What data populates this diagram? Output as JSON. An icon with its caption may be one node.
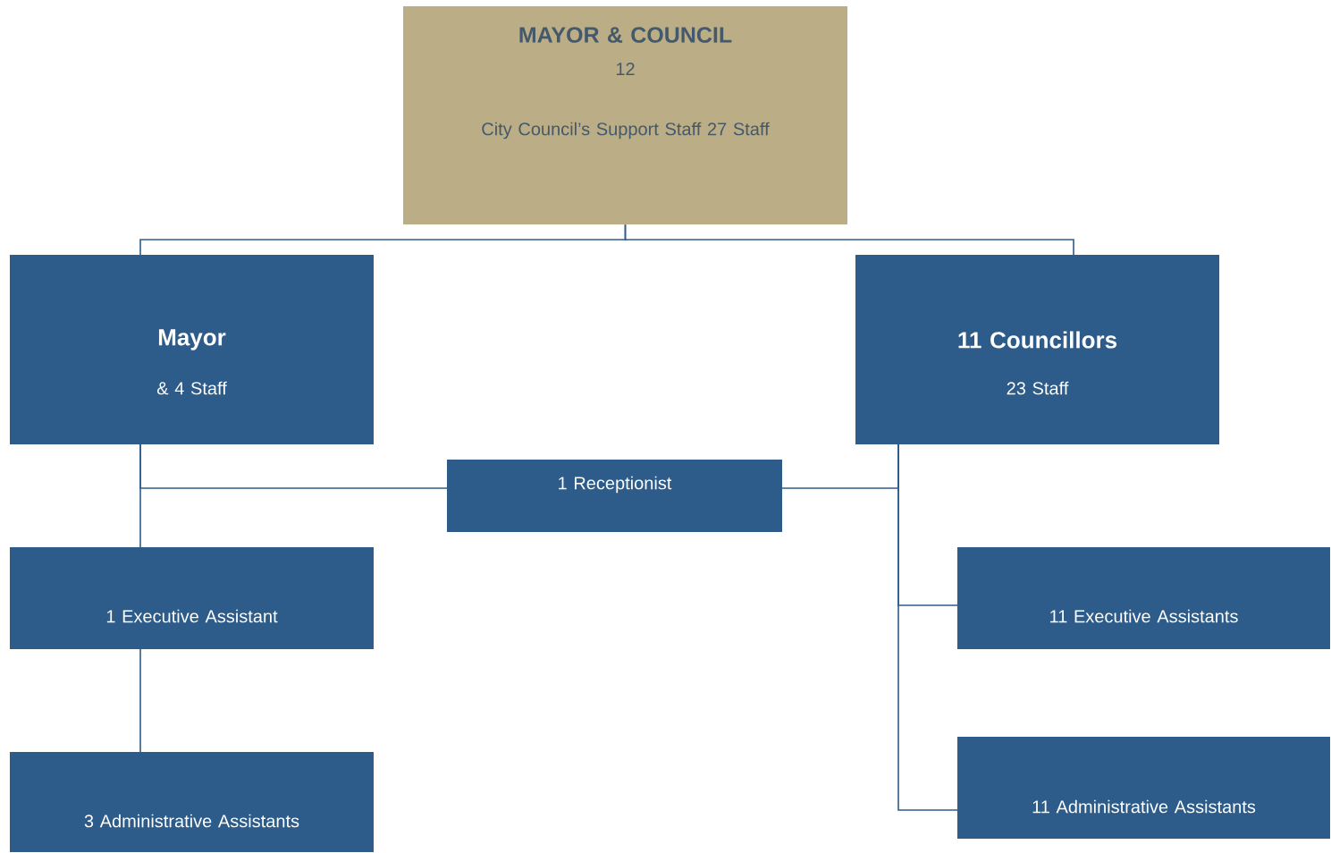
{
  "diagram": {
    "nodes": [
      {
        "text": [
          "MAYOR & COUNCIL",
          "12",
          "City Council’s Support Staff 27 Staff"
        ]
      },
      {
        "text": [
          "Mayor",
          "& 4 Staff"
        ]
      },
      {
        "text": [
          "11 Councillors",
          "23 Staff"
        ]
      },
      {
        "text": [
          "1 Receptionist"
        ]
      },
      {
        "text": [
          "1 Executive Assistant"
        ]
      },
      {
        "text": [
          "11 Executive Assistants"
        ]
      },
      {
        "text": [
          "3 Administrative Assistants"
        ]
      },
      {
        "text": [
          "11 Administrative Assistants"
        ]
      }
    ],
    "edges": [
      {
        "from": 0,
        "to": 1,
        "arrow": "none"
      },
      {
        "from": 0,
        "to": 2,
        "arrow": "none"
      },
      {
        "from": 1,
        "to": 3,
        "arrow": "none"
      },
      {
        "from": 2,
        "to": 3,
        "arrow": "none"
      },
      {
        "from": 1,
        "to": 4,
        "arrow": "none"
      },
      {
        "from": 4,
        "to": 6,
        "arrow": "none"
      },
      {
        "from": 2,
        "to": 5,
        "arrow": "none"
      },
      {
        "from": 2,
        "to": 7,
        "arrow": "none"
      }
    ]
  }
}
